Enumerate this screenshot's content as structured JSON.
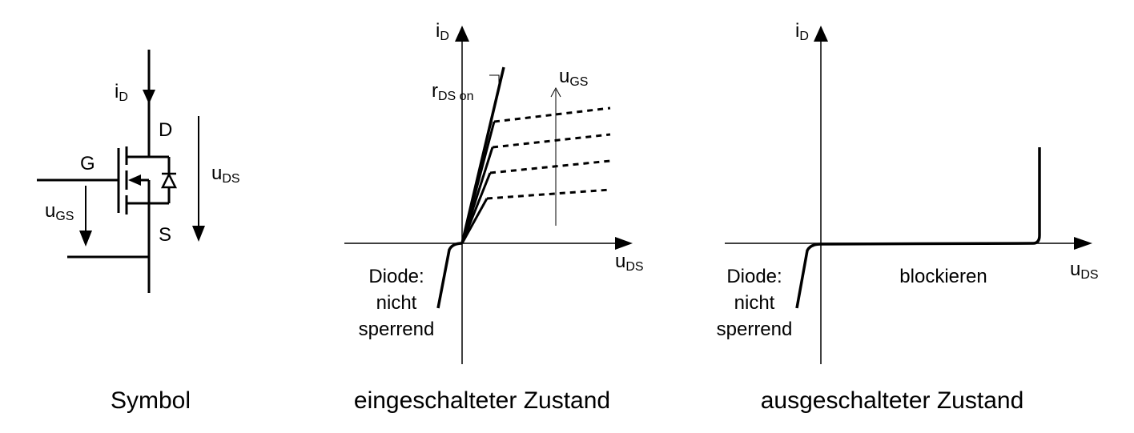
{
  "symbol": {
    "id_main": "i",
    "id_sub": "D",
    "drain": "D",
    "gate": "G",
    "source": "S",
    "uds_main": "u",
    "uds_sub": "DS",
    "ugs_main": "u",
    "ugs_sub": "GS",
    "caption": "Symbol"
  },
  "on_state": {
    "y_axis_main": "i",
    "y_axis_sub": "D",
    "x_axis_main": "u",
    "x_axis_sub": "DS",
    "rds_main": "r",
    "rds_sub": "DS on",
    "ugs_main": "u",
    "ugs_sub": "GS",
    "diode_line1": "Diode:",
    "diode_line2": "nicht",
    "diode_line3": "sperrend",
    "caption": "eingeschalteter Zustand"
  },
  "off_state": {
    "y_axis_main": "i",
    "y_axis_sub": "D",
    "x_axis_main": "u",
    "x_axis_sub": "DS",
    "diode_line1": "Diode:",
    "diode_line2": "nicht",
    "diode_line3": "sperrend",
    "blocking_label": "blockieren",
    "caption": "ausgeschalteter Zustand"
  }
}
